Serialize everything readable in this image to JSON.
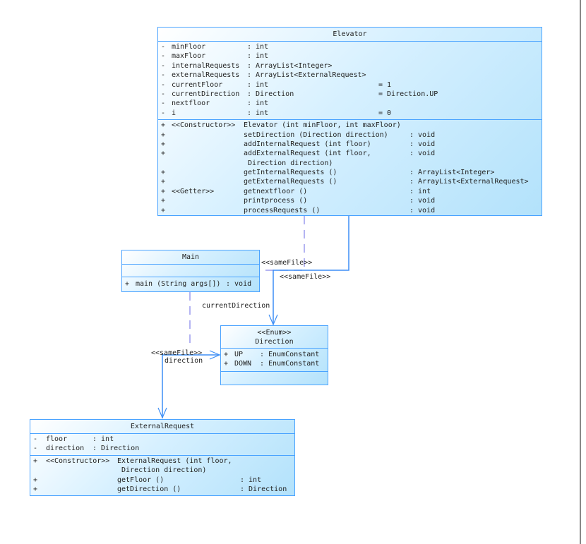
{
  "colors": {
    "border": "#4aa3ff",
    "solid_link": "#3d8ef5",
    "dashed_link": "#9b9bee"
  },
  "elevator": {
    "title": "Elevator",
    "attributes": [
      {
        "vis": "-",
        "name": "minFloor",
        "type": ": int",
        "default": ""
      },
      {
        "vis": "-",
        "name": "maxFloor",
        "type": ": int",
        "default": ""
      },
      {
        "vis": "-",
        "name": "internalRequests",
        "type": ": ArrayList<Integer>",
        "default": ""
      },
      {
        "vis": "-",
        "name": "externalRequests",
        "type": ": ArrayList<ExternalRequest>",
        "default": ""
      },
      {
        "vis": "-",
        "name": "currentFloor",
        "type": ": int",
        "default": "= 1"
      },
      {
        "vis": "-",
        "name": "currentDirection",
        "type": ": Direction",
        "default": "= Direction.UP"
      },
      {
        "vis": "-",
        "name": "nextfloor",
        "type": ": int",
        "default": ""
      },
      {
        "vis": "-",
        "name": "i",
        "type": ": int",
        "default": "= 0"
      }
    ],
    "methods": [
      {
        "vis": "+",
        "stereo": "<<Constructor>>",
        "sig": "Elevator (int minFloor, int maxFloor)",
        "ret": ""
      },
      {
        "vis": "+",
        "stereo": "",
        "sig": "setDirection (Direction direction)",
        "ret": ": void"
      },
      {
        "vis": "+",
        "stereo": "",
        "sig": "addInternalRequest (int floor)",
        "ret": ": void"
      },
      {
        "vis": "+",
        "stereo": "",
        "sig": "addExternalRequest (int floor,",
        "ret": ": void"
      },
      {
        "vis": "",
        "stereo": "",
        "sig": " Direction direction)",
        "ret": ""
      },
      {
        "vis": "+",
        "stereo": "",
        "sig": "getInternalRequests ()",
        "ret": ": ArrayList<Integer>"
      },
      {
        "vis": "+",
        "stereo": "",
        "sig": "getExternalRequests ()",
        "ret": ": ArrayList<ExternalRequest>"
      },
      {
        "vis": "+",
        "stereo": "<<Getter>>",
        "sig": "getnextfloor ()",
        "ret": ": int"
      },
      {
        "vis": "+",
        "stereo": "",
        "sig": "printprocess ()",
        "ret": ": void"
      },
      {
        "vis": "+",
        "stereo": "",
        "sig": "processRequests ()",
        "ret": ": void"
      }
    ]
  },
  "main": {
    "title": "Main",
    "methods": [
      {
        "vis": "+",
        "sig": "main (String args[])",
        "ret": ": void"
      }
    ]
  },
  "direction": {
    "stereotype": "<<Enum>>",
    "title": "Direction",
    "attributes": [
      {
        "vis": "+",
        "name": "UP",
        "type": ": EnumConstant"
      },
      {
        "vis": "+",
        "name": "DOWN",
        "type": ": EnumConstant"
      }
    ]
  },
  "external_request": {
    "title": "ExternalRequest",
    "attributes": [
      {
        "vis": "-",
        "name": "floor",
        "type": ": int"
      },
      {
        "vis": "-",
        "name": "direction",
        "type": ": Direction"
      }
    ],
    "methods": [
      {
        "vis": "+",
        "stereo": "<<Constructor>>",
        "sig": "ExternalRequest (int floor,",
        "ret": ""
      },
      {
        "vis": "",
        "stereo": "",
        "sig": " Direction direction)",
        "ret": ""
      },
      {
        "vis": "+",
        "stereo": "",
        "sig": "getFloor ()",
        "ret": ": int"
      },
      {
        "vis": "+",
        "stereo": "",
        "sig": "getDirection ()",
        "ret": ": Direction"
      }
    ]
  },
  "links": {
    "elevator_main_label": "<<sameFile>>",
    "elevator_direction_label": "<<sameFile>>",
    "elevator_direction_role": "currentDirection",
    "ext_direction_label": "<<sameFile>>",
    "ext_direction_role": "direction"
  }
}
